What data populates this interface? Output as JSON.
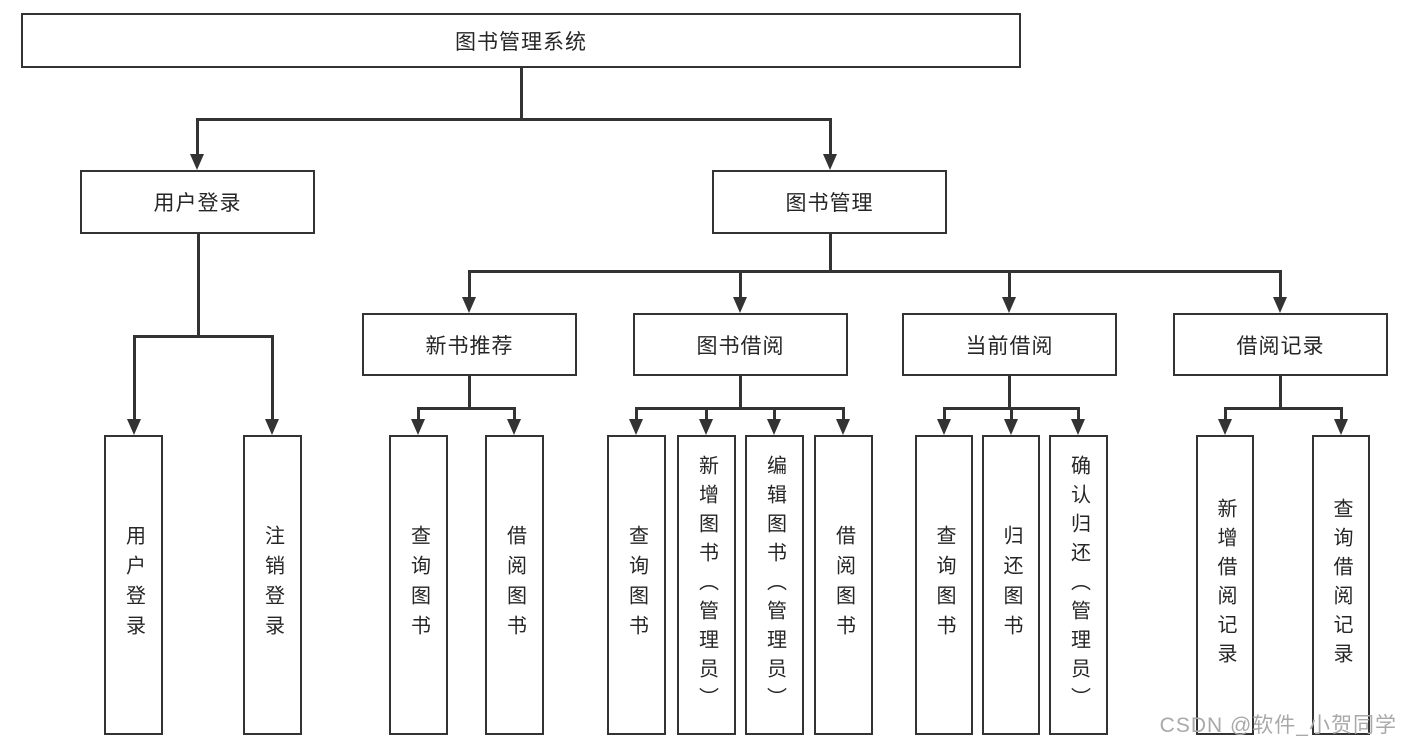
{
  "diagram": {
    "root": {
      "label": "图书管理系统"
    },
    "branches": [
      {
        "label": "用户登录",
        "children": [
          {
            "label": "用户登录"
          },
          {
            "label": "注销登录"
          }
        ]
      },
      {
        "label": "图书管理",
        "children": [
          {
            "label": "新书推荐",
            "children": [
              {
                "label": "查询图书"
              },
              {
                "label": "借阅图书"
              }
            ]
          },
          {
            "label": "图书借阅",
            "children": [
              {
                "label": "查询图书"
              },
              {
                "label": "新增图书（管理员）"
              },
              {
                "label": "编辑图书（管理员）"
              },
              {
                "label": "借阅图书"
              }
            ]
          },
          {
            "label": "当前借阅",
            "children": [
              {
                "label": "查询图书"
              },
              {
                "label": "归还图书"
              },
              {
                "label": "确认归还（管理员）"
              }
            ]
          },
          {
            "label": "借阅记录",
            "children": [
              {
                "label": "新增借阅记录"
              },
              {
                "label": "查询借阅记录"
              }
            ]
          }
        ]
      }
    ]
  },
  "watermark": {
    "text": "CSDN @软件_小贺同学"
  },
  "colors": {
    "line": "#333333",
    "text": "#262626",
    "background": "#ffffff",
    "watermark": "#a9a9a9"
  }
}
